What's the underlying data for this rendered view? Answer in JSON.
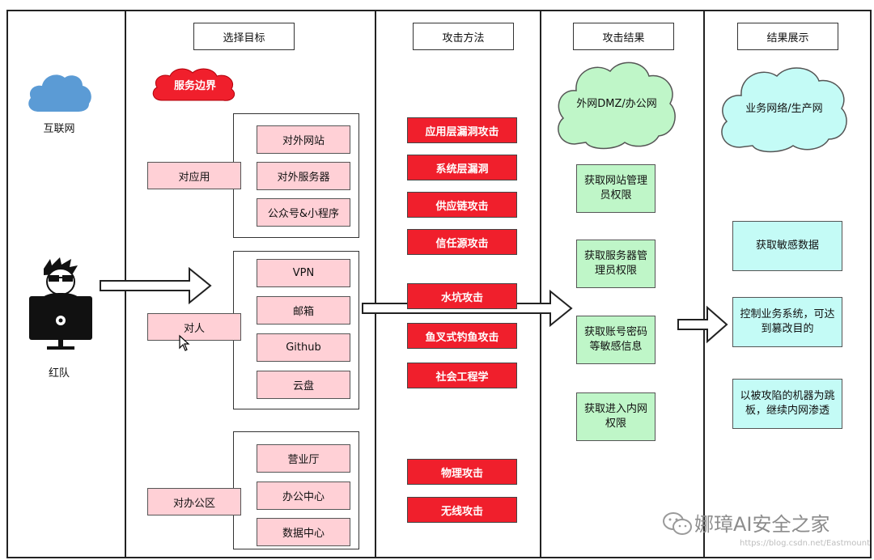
{
  "columns": {
    "target_header": "选择目标",
    "method_header": "攻击方法",
    "result_header": "攻击结果",
    "display_header": "结果展示"
  },
  "left": {
    "internet_label": "互联网",
    "redteam_label": "红队"
  },
  "targets": {
    "boundary_label": "服务边界",
    "groups": [
      {
        "label": "对应用",
        "items": [
          "对外网站",
          "对外服务器",
          "公众号&小程序"
        ]
      },
      {
        "label": "对人",
        "items": [
          "VPN",
          "邮箱",
          "Github",
          "云盘"
        ]
      },
      {
        "label": "对办公区",
        "items": [
          "营业厅",
          "办公中心",
          "数据中心"
        ]
      }
    ]
  },
  "methods": [
    "应用层漏洞攻击",
    "系统层漏洞",
    "供应链攻击",
    "信任源攻击",
    "水坑攻击",
    "鱼叉式钓鱼攻击",
    "社会工程学",
    "物理攻击",
    "无线攻击"
  ],
  "results": {
    "cloud_label": "外网DMZ/办公网",
    "items": [
      "获取网站管理员权限",
      "获取服务器管理员权限",
      "获取账号密码等敏感信息",
      "获取进入内网权限"
    ]
  },
  "display": {
    "cloud_label": "业务网络/生产网",
    "items": [
      "获取敏感数据",
      "控制业务系统，可达到篡改目的",
      "以被攻陷的机器为跳板，继续内网渗透"
    ]
  },
  "watermark": {
    "brand": "娜璋AI安全之家",
    "url": "https://blog.csdn.net/Eastmount"
  },
  "colors": {
    "red_box": "#f01f2c",
    "pink_box": "#ffd0d6",
    "green_box": "#bff6c8",
    "cyan_box": "#c4fbf6",
    "internet_cloud": "#5b9bd5"
  }
}
